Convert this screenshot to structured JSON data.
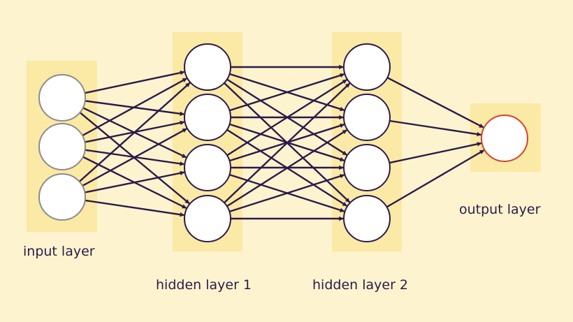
{
  "layers": [
    {
      "id": "input",
      "label": "input layer",
      "neurons": 3
    },
    {
      "id": "hidden1",
      "label": "hidden layer 1",
      "neurons": 4
    },
    {
      "id": "hidden2",
      "label": "hidden layer 2",
      "neurons": 4
    },
    {
      "id": "output",
      "label": "output layer",
      "neurons": 1
    }
  ],
  "colors": {
    "background": "#fdf4cf",
    "layer_band": "#fbe9a6",
    "connection": "#2c1a4a",
    "neuron_fill": "#ffffff",
    "input_neuron_border": "#8c8c8c",
    "output_neuron_border": "#d9412b"
  },
  "connectivity": "fully-connected",
  "arrowheads": true
}
